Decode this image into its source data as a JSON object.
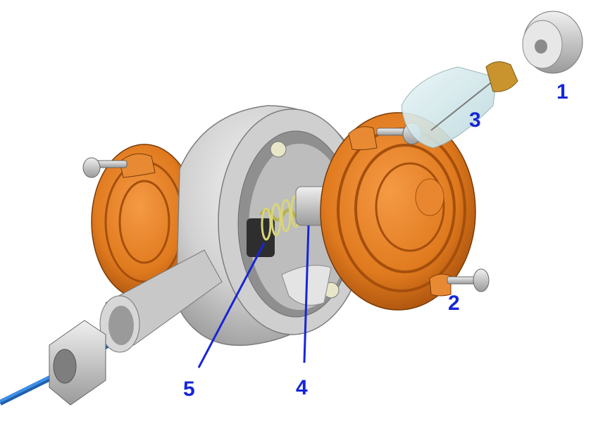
{
  "diagram": {
    "callouts": [
      {
        "id": "1",
        "label": "1"
      },
      {
        "id": "2",
        "label": "2"
      },
      {
        "id": "3",
        "label": "3"
      },
      {
        "id": "4",
        "label": "4"
      },
      {
        "id": "5",
        "label": "5"
      }
    ]
  },
  "colors": {
    "callout": "#1726d6",
    "housing": "#d4d4d4",
    "housing_shadow": "#9a9a9a",
    "cap": "#e07a1e",
    "cap_dark": "#a54f0c",
    "bulb_glass": "#cfe8ec",
    "bulb_base": "#c9932e",
    "spring": "#e9e7a2",
    "cable": "#2b78d4"
  }
}
